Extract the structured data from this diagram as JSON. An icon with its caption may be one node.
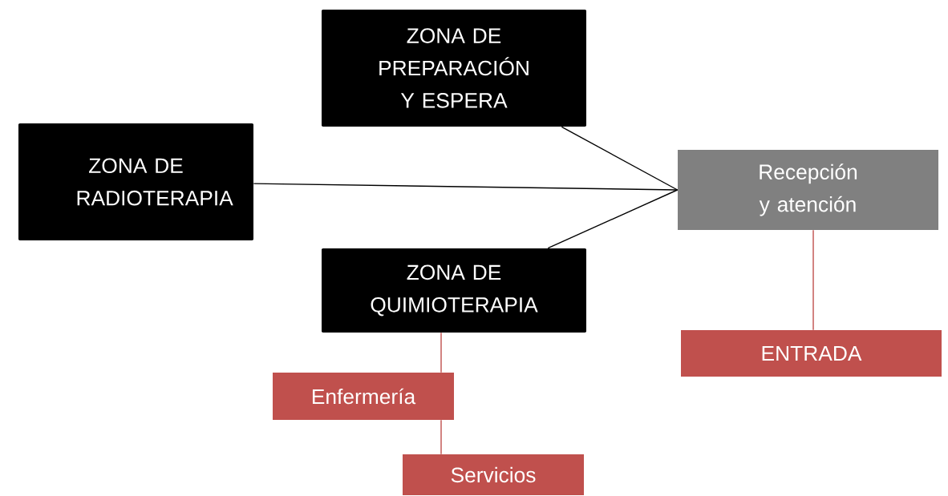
{
  "diagram": {
    "nodes": [
      {
        "text": [
          "ZONA DE PREPARACIÓN Y ESPERA"
        ]
      },
      {
        "text": [
          "ZONA DE RADIOTERAPIA"
        ]
      },
      {
        "text": [
          "Recepción y atención"
        ]
      },
      {
        "text": [
          "ZONA DE QUIMIOTERAPIA"
        ]
      },
      {
        "text": [
          "ENTRADA"
        ]
      },
      {
        "text": [
          "Enfermería"
        ]
      },
      {
        "text": [
          "Servicios"
        ]
      }
    ],
    "edges": [
      {
        "from": 0,
        "to": 2,
        "arrow": "none"
      },
      {
        "from": 1,
        "to": 2,
        "arrow": "none"
      },
      {
        "from": 3,
        "to": 2,
        "arrow": "none"
      },
      {
        "from": 2,
        "to": 4,
        "arrow": "none",
        "color": "#c0504d"
      },
      {
        "from": 3,
        "to": 5,
        "arrow": "none",
        "color": "#c0504d"
      },
      {
        "from": 5,
        "to": 6,
        "arrow": "none",
        "color": "#c0504d"
      }
    ]
  }
}
